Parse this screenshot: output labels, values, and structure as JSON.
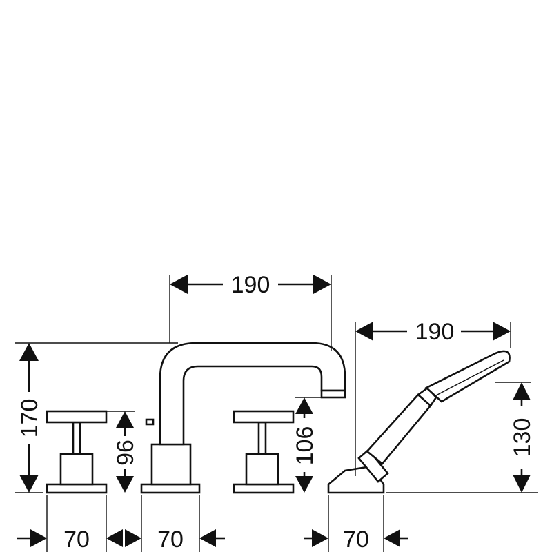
{
  "dimensions": {
    "spout_reach": "190",
    "shower_reach": "190",
    "overall_height": "170",
    "handle_height": "96",
    "spout_outlet_height": "106",
    "shower_height": "130",
    "spacing_1": "70",
    "spacing_2": "70",
    "spacing_3": "70"
  }
}
